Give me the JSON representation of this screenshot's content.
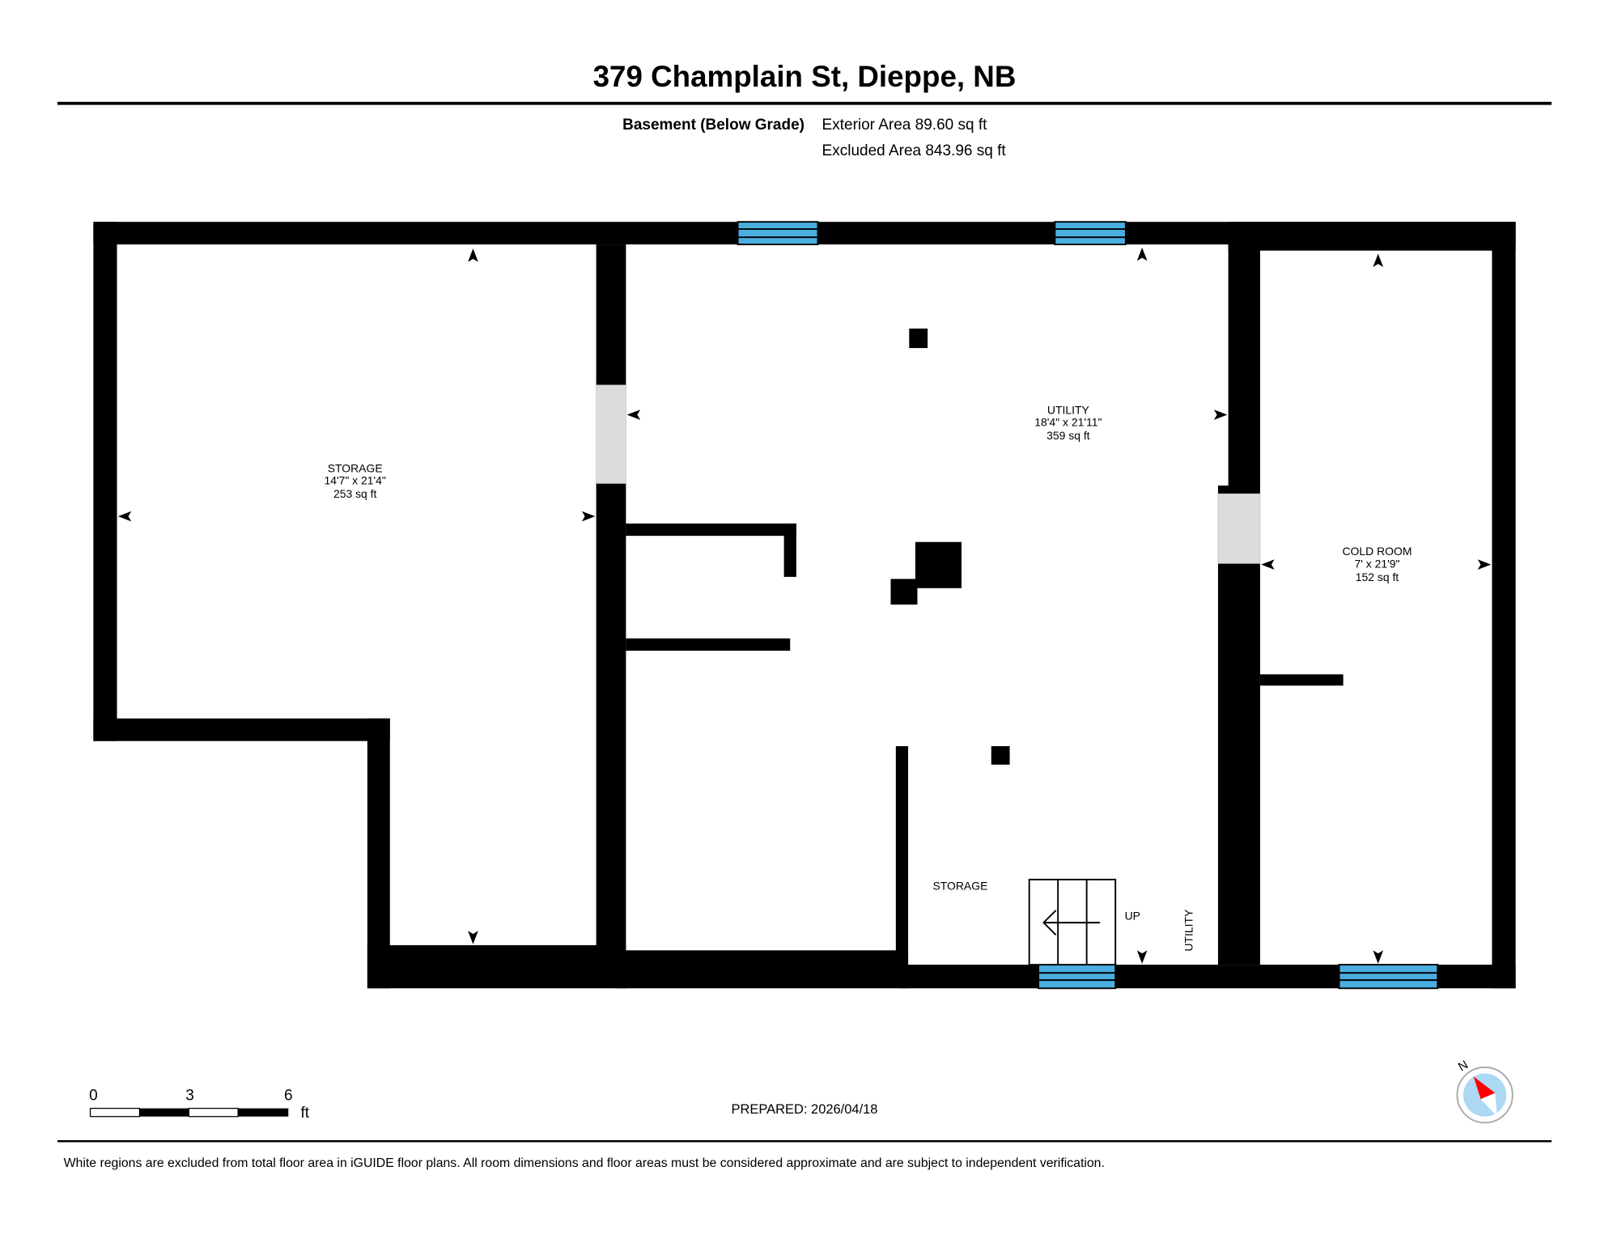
{
  "header": {
    "title": "379 Champlain St, Dieppe, NB",
    "level": "Basement (Below Grade)",
    "exterior_area": "Exterior Area 89.60 sq ft",
    "excluded_area": "Excluded Area 843.96 sq ft"
  },
  "rooms": [
    {
      "name": "STORAGE",
      "dims": "14'7\" x 21'4\"",
      "area": "253 sq ft"
    },
    {
      "name": "UTILITY",
      "dims": "18'4\" x 21'11\"",
      "area": "359 sq ft"
    },
    {
      "name": "COLD ROOM",
      "dims": "7' x 21'9\"",
      "area": "152 sq ft"
    }
  ],
  "labels": {
    "storage_small": "STORAGE",
    "up": "UP",
    "utility_small": "UTILITY"
  },
  "scale_bar": {
    "ticks": [
      "0",
      "3",
      "6"
    ],
    "unit": "ft"
  },
  "compass": {
    "north": "N"
  },
  "prepared": "PREPARED: 2026/04/18",
  "footer": "White regions are excluded from total floor area in iGUIDE floor plans. All room dimensions and floor areas must be considered approximate and are subject to independent verification.",
  "colors": {
    "wall": "#000000",
    "window": "#4aaee0",
    "door": "#dcdcdc",
    "compass_bg": "#acd8f4",
    "compass_needle": "#ff0000"
  }
}
